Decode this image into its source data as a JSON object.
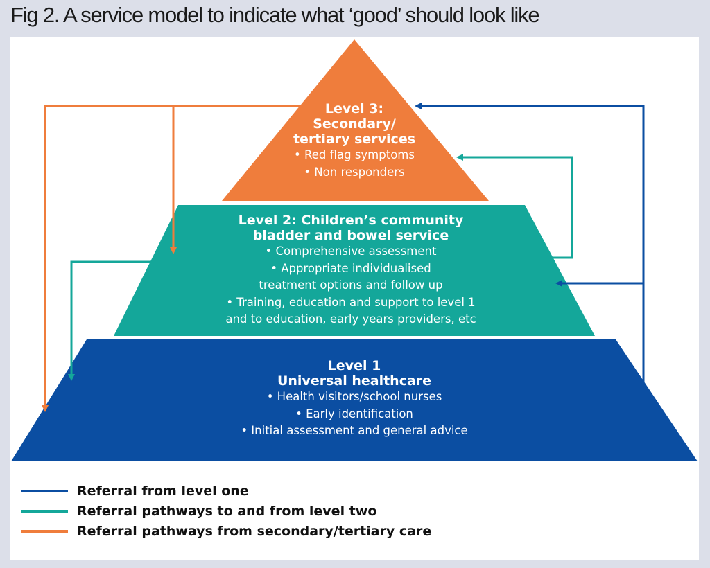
{
  "title": "Fig 2. A service model to indicate what ‘good’ should look like",
  "colors": {
    "level1": "#0b4ea2",
    "level2": "#14a79a",
    "level3": "#ef7d3c",
    "referral_level_one": "#0b4ea2",
    "referral_level_two": "#14a79a",
    "referral_secondary": "#ef7d3c",
    "background": "#dcdfe9"
  },
  "levels": {
    "level3": {
      "heading": [
        "Level 3:",
        "Secondary/",
        "tertiary services"
      ],
      "bullets": [
        "• Red flag symptoms",
        "• Non responders"
      ]
    },
    "level2": {
      "heading": [
        "Level 2: Children’s community",
        "bladder and bowel service"
      ],
      "bullets": [
        "• Comprehensive assessment",
        "• Appropriate individualised",
        "treatment options and follow up",
        "• Training, education and support to level 1",
        "and to education, early years providers, etc"
      ]
    },
    "level1": {
      "heading": [
        "Level 1",
        "Universal healthcare"
      ],
      "bullets": [
        "• Health visitors/school nurses",
        "• Early identification",
        "• Initial assessment and general advice"
      ]
    }
  },
  "legend": [
    {
      "label": "Referral from level one",
      "color": "#0b4ea2"
    },
    {
      "label": "Referral pathways to and from level two",
      "color": "#14a79a"
    },
    {
      "label": "Referral pathways from secondary/tertiary care",
      "color": "#ef7d3c"
    }
  ]
}
